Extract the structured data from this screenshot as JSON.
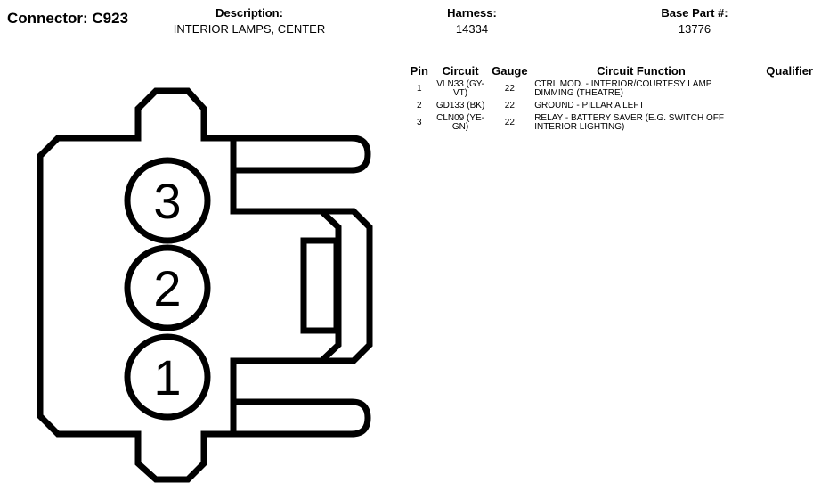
{
  "connector": {
    "label": "Connector: C923"
  },
  "header": {
    "description": {
      "label": "Description:",
      "value": "INTERIOR LAMPS, CENTER"
    },
    "harness": {
      "label": "Harness:",
      "value": "14334"
    },
    "base_part": {
      "label": "Base Part #:",
      "value": "13776"
    }
  },
  "pin_table": {
    "headers": {
      "pin": "Pin",
      "circuit": "Circuit",
      "gauge": "Gauge",
      "function": "Circuit Function",
      "qualifier": "Qualifier"
    },
    "rows": [
      {
        "pin": "1",
        "circuit": "VLN33 (GY-VT)",
        "gauge": "22",
        "function": "CTRL MOD. - INTERIOR/COURTESY LAMP DIMMING (THEATRE)",
        "qualifier": ""
      },
      {
        "pin": "2",
        "circuit": "GD133 (BK)",
        "gauge": "22",
        "function": "GROUND - PILLAR A LEFT",
        "qualifier": ""
      },
      {
        "pin": "3",
        "circuit": "CLN09 (YE-GN)",
        "gauge": "22",
        "function": "RELAY - BATTERY SAVER (E.G. SWITCH OFF INTERIOR LIGHTING)",
        "qualifier": ""
      }
    ]
  },
  "diagram": {
    "pin_labels": [
      "3",
      "2",
      "1"
    ]
  }
}
